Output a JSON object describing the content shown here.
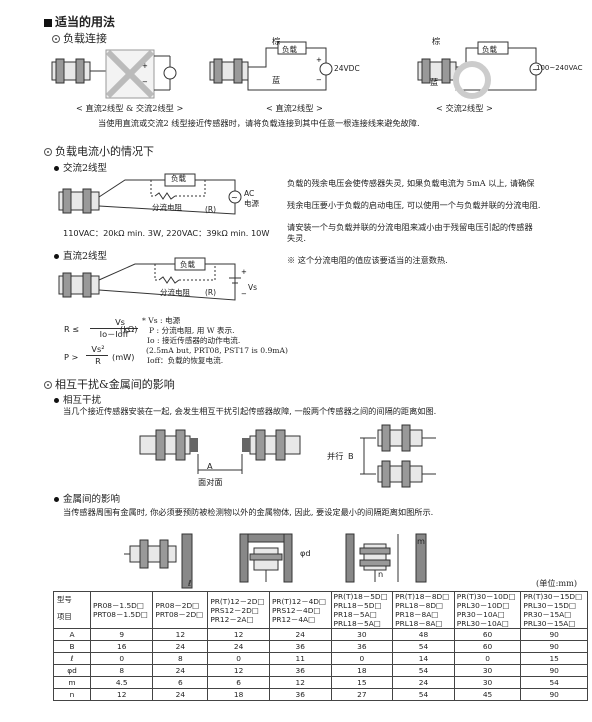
{
  "sections": {
    "main_title": "适当的用法",
    "load_connection": "负载连接",
    "small_current": "负载电流小的情况下",
    "interference": "相互干扰&金属间的影响"
  },
  "load_connection": {
    "brown": "棕",
    "blue": "蓝",
    "load": "负载",
    "vdc": "24VDC",
    "vac": "100~240VAC",
    "caption_left": "< 直流2线型  &  交流2线型 >",
    "caption_mid": "< 直流2线型 >",
    "caption_right": "< 交流2线型 >",
    "note": "当使用直流或交流2 线型接近传感器时，请将负载连接到其中任意一根连接线来避免故障."
  },
  "small_current": {
    "ac_label": "交流2线型",
    "dc_label": "直流2线型",
    "load": "负载",
    "shunt": "分流电阻",
    "r": "(R)",
    "ac": "AC",
    "supply": "电源",
    "vs": "Vs",
    "spec_line": "110VAC：20kΩ min. 3W, 220VAC：39kΩ min. 10W",
    "para1": "负载的残余电压会使传感器失灵, 如果负载电流为 5mA 以上, 请确保",
    "para2": "残余电压要小于负载的启动电压, 可以使用一个与负载并联的分流电阻.",
    "para3": "请安装一个与负载并联的分流电阻来减小由于残留电压引起的传感器",
    "para4": "失灵.",
    "note": "※ 这个分流电阻的值应该要适当的注意数热.",
    "formula1_lhs": "R ≤",
    "formula1_num": "Vs",
    "formula1_den": "Io－Ioff",
    "formula1_unit": "(kΩ)",
    "formula2_lhs": "P >",
    "formula2_num": "Vs²",
    "formula2_den": "R",
    "formula2_unit": "(mW)",
    "legend": [
      "* Vs :  电源",
      "P :    分流电阻, 用 W 表示.",
      "Io :   接近传感器的动作电流.",
      "(2.5mA but, PRT08, PST17 is 0.9mA)",
      "Ioff：负载的恢复电流."
    ]
  },
  "interference": {
    "mutual_label": "相互干扰",
    "mutual_text": "当几个接近传感器安装在一起, 会发生相互干扰引起传感器故障, 一般两个传感器之间的间隔的距离如图.",
    "a": "A",
    "face": "面对面",
    "parallel": "并行",
    "b": "B",
    "metal_label": "金属间的影响",
    "metal_text": "当传感器周围有金属时, 你必须要预防被检测物以外的金属物体, 因此, 要设定最小的间隔距离如图所示.",
    "d": "φd",
    "m": "m",
    "n": "n",
    "l": "ℓ",
    "unit": "(单位:mm)"
  },
  "table": {
    "corner_top": "型号",
    "corner_bottom": "项目",
    "models": [
      [
        "PR08－1.5D□",
        "PRT08－1.5D□"
      ],
      [
        "PR08－2D□",
        "PRT08－2D□"
      ],
      [
        "PR(T)12－2D□",
        "PRS12－2D□",
        "PR12－2A□"
      ],
      [
        "PR(T)12－4D□",
        "PRS12－4D□",
        "PR12－4A□"
      ],
      [
        "PR(T)18－5D□",
        "PRL18－5D□",
        "PR18－5A□",
        "PRL18－5A□"
      ],
      [
        "PR(T)18－8D□",
        "PRL18－8D□",
        "PR18－8A□",
        "PRL18－8A□"
      ],
      [
        "PR(T)30－10D□",
        "PRL30－10D□",
        "PR30－10A□",
        "PRL30－10A□"
      ],
      [
        "PR(T)30－15D□",
        "PRL30－15D□",
        "PR30－15A□",
        "PRL30－15A□"
      ]
    ],
    "rows": [
      {
        "label": "A",
        "values": [
          "9",
          "12",
          "12",
          "24",
          "30",
          "48",
          "60",
          "90"
        ]
      },
      {
        "label": "B",
        "values": [
          "16",
          "24",
          "24",
          "36",
          "36",
          "54",
          "60",
          "90"
        ]
      },
      {
        "label": "ℓ",
        "values": [
          "0",
          "8",
          "0",
          "11",
          "0",
          "14",
          "0",
          "15"
        ]
      },
      {
        "label": "φd",
        "values": [
          "8",
          "24",
          "12",
          "36",
          "18",
          "54",
          "30",
          "90"
        ]
      },
      {
        "label": "m",
        "values": [
          "4.5",
          "6",
          "6",
          "12",
          "15",
          "24",
          "30",
          "54"
        ]
      },
      {
        "label": "n",
        "values": [
          "12",
          "24",
          "18",
          "36",
          "27",
          "54",
          "45",
          "90"
        ]
      }
    ]
  }
}
